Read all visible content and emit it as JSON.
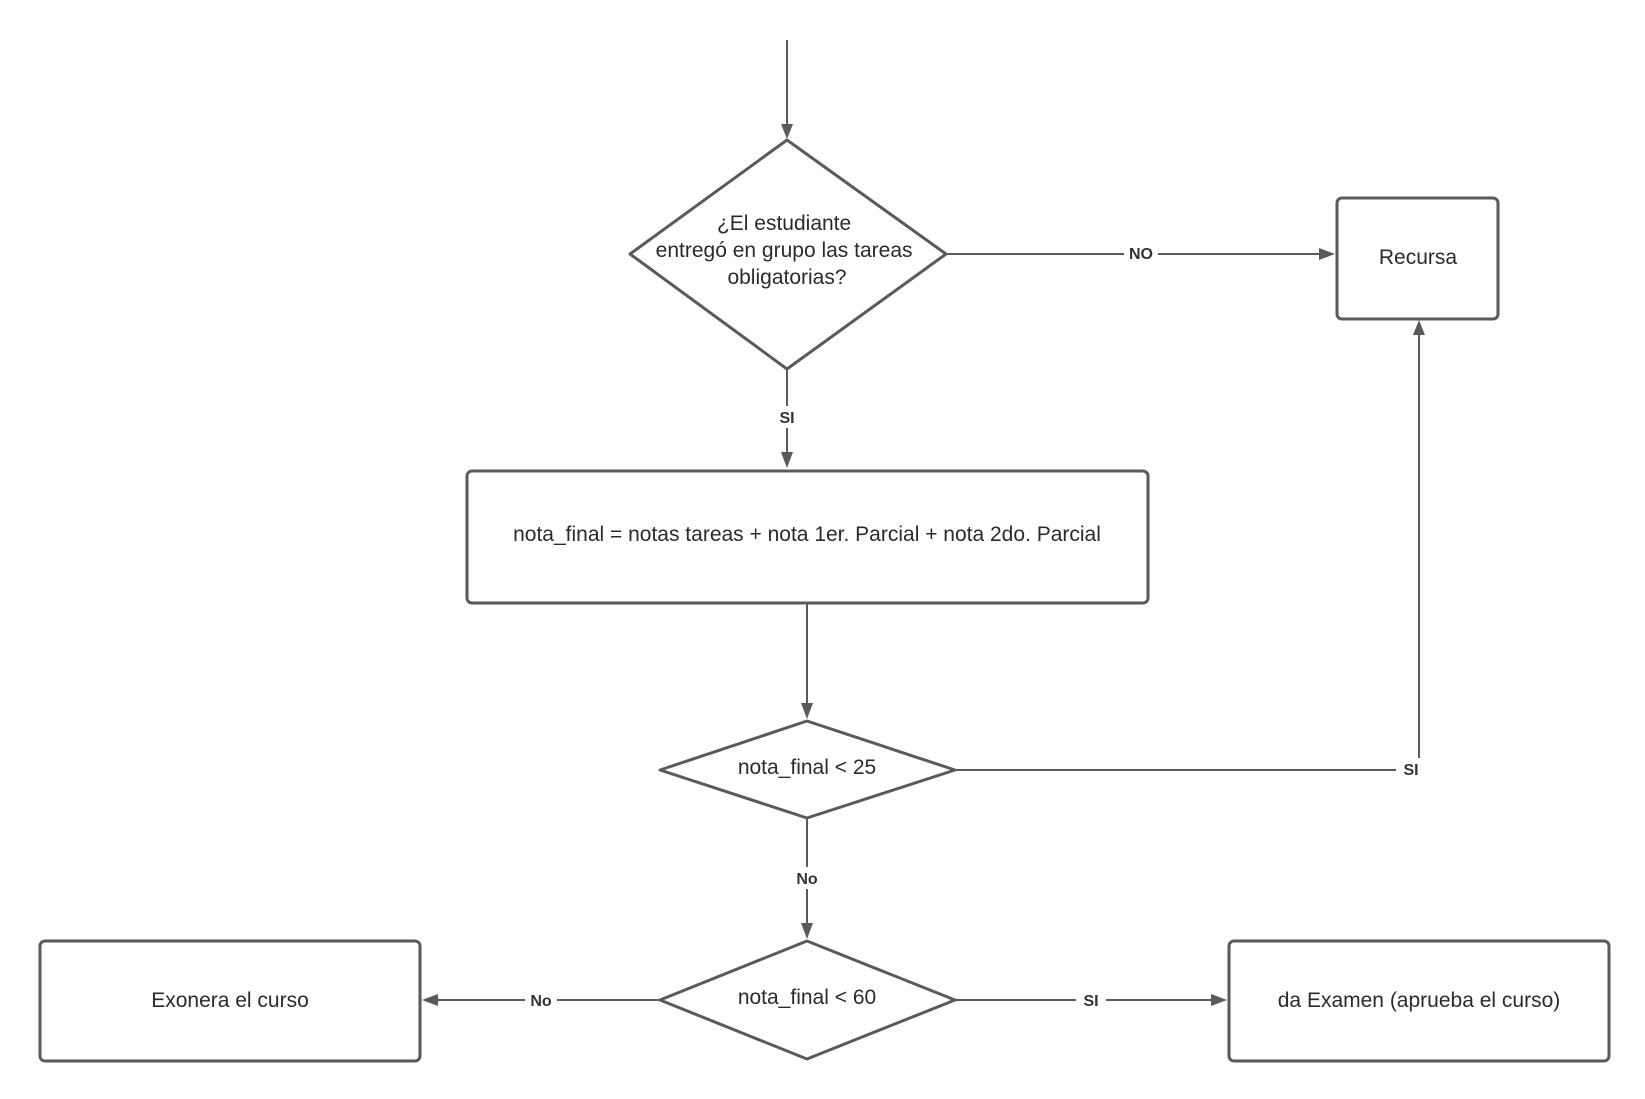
{
  "nodes": {
    "decision_tareas": {
      "lines": [
        "¿El estudiante",
        "entregó en grupo las tareas",
        "obligatorias?"
      ]
    },
    "recursa": {
      "text": "Recursa"
    },
    "calc_nota": {
      "text": "nota_final = notas tareas + nota 1er. Parcial + nota 2do. Parcial"
    },
    "decision_25": {
      "text": "nota_final < 25"
    },
    "decision_60": {
      "text": "nota_final < 60"
    },
    "exonera": {
      "text": "Exonera el curso"
    },
    "examen": {
      "text": "da Examen (aprueba el curso)"
    }
  },
  "edges": {
    "tareas_no": {
      "label": "NO"
    },
    "tareas_si": {
      "label": "SI"
    },
    "n25_si": {
      "label": "SI"
    },
    "n25_no": {
      "label": "No"
    },
    "n60_no": {
      "label": "No"
    },
    "n60_si": {
      "label": "SI"
    }
  },
  "colors": {
    "stroke": "#5a5a5a",
    "text": "#2b2b2b",
    "background": "#ffffff"
  }
}
